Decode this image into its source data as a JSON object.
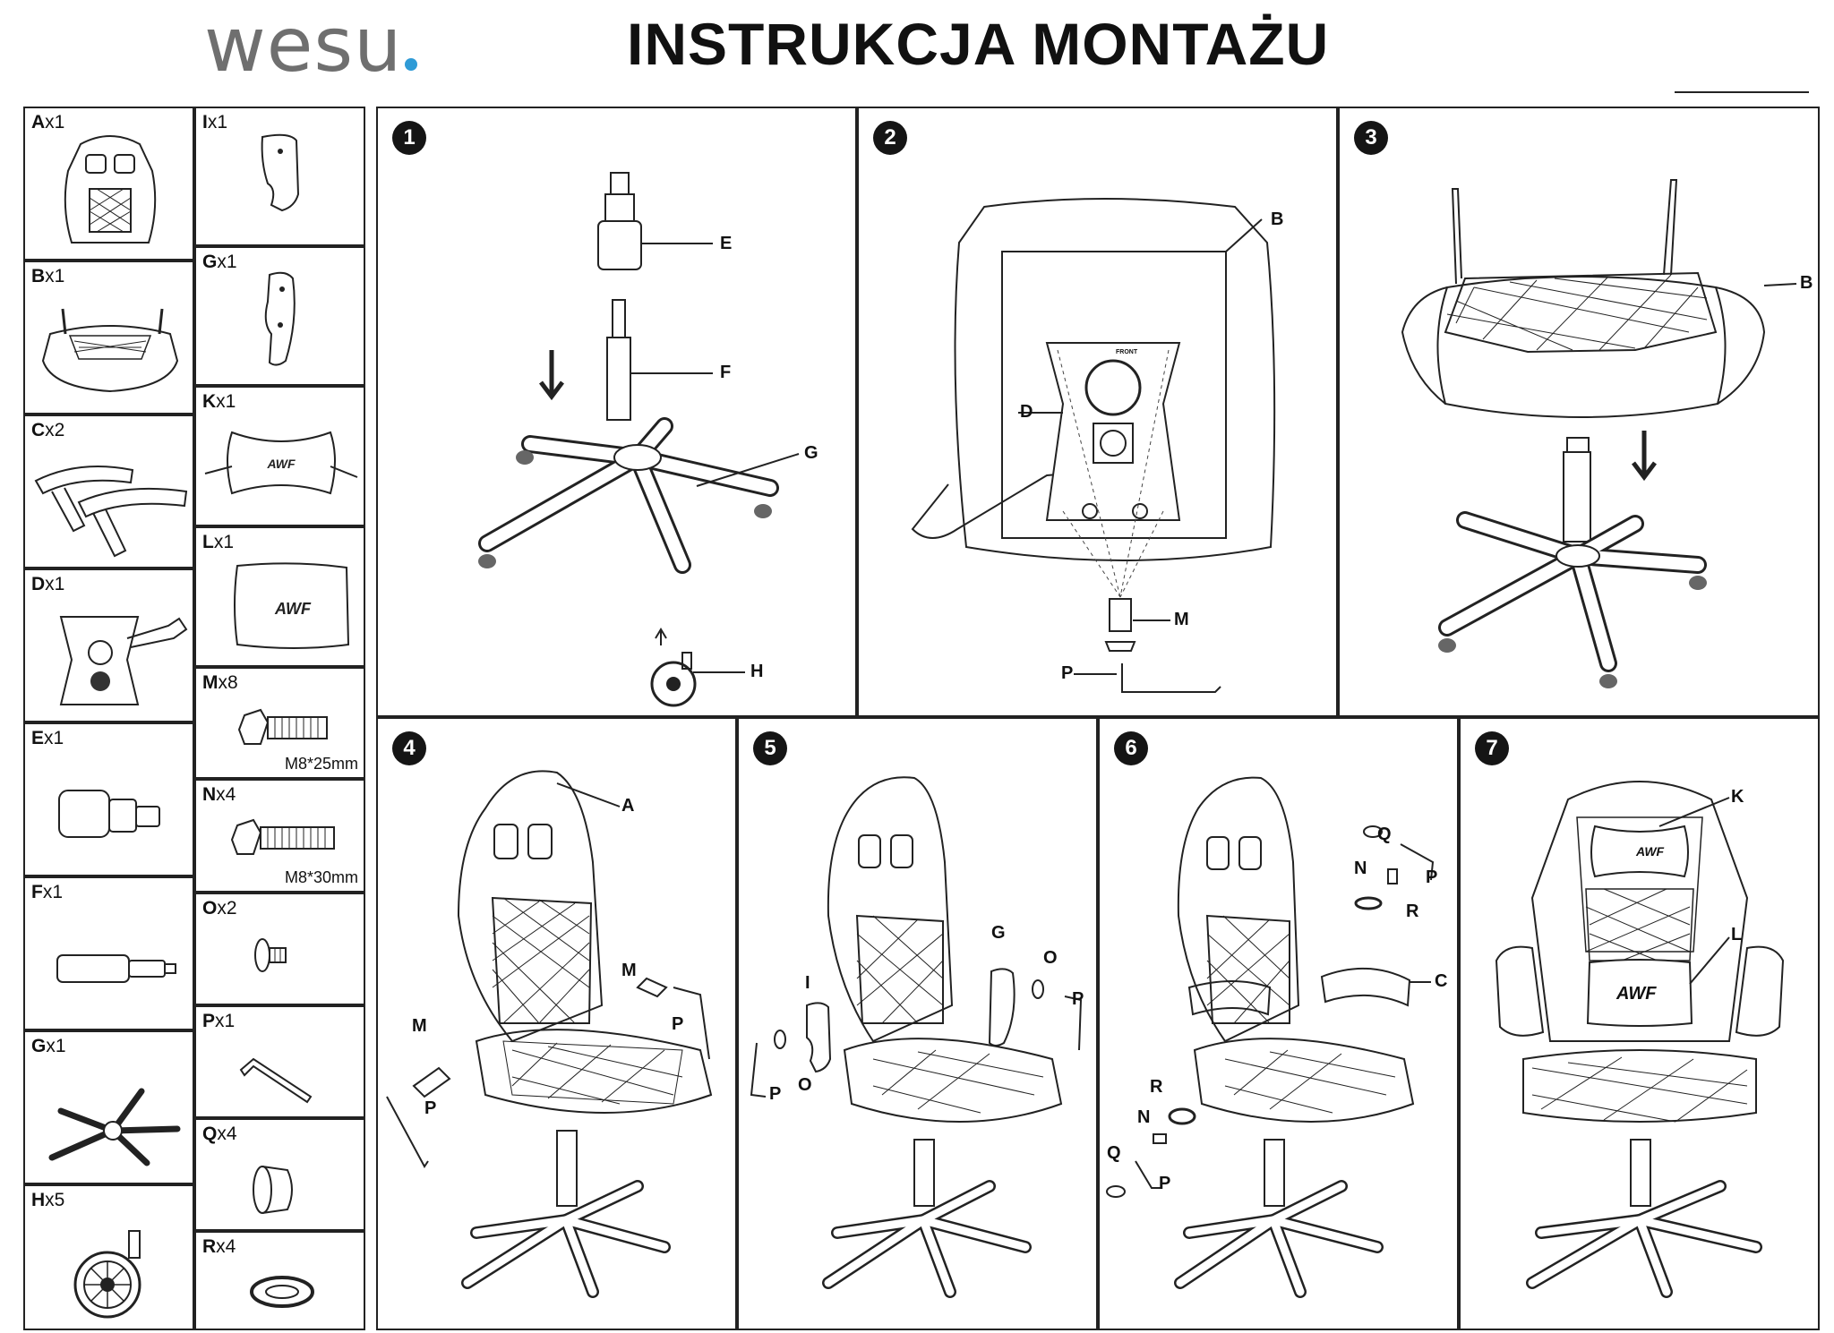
{
  "header": {
    "brand": "wesu",
    "title": "INSTRUKCJA MONTAŻU"
  },
  "parts": [
    {
      "letter": "A",
      "qty": "x1",
      "icon": "backrest-icon"
    },
    {
      "letter": "B",
      "qty": "x1",
      "icon": "seat-icon"
    },
    {
      "letter": "C",
      "qty": "x2",
      "icon": "armrest-icon"
    },
    {
      "letter": "D",
      "qty": "x1",
      "icon": "tilt-mechanism-icon"
    },
    {
      "letter": "E",
      "qty": "x1",
      "icon": "gas-lift-cover-icon"
    },
    {
      "letter": "F",
      "qty": "x1",
      "icon": "gas-lift-icon"
    },
    {
      "letter": "G",
      "qty": "x1",
      "icon": "base-icon"
    },
    {
      "letter": "H",
      "qty": "x5",
      "icon": "caster-icon"
    },
    {
      "letter": "I",
      "qty": "x1",
      "icon": "side-cover-left-icon"
    },
    {
      "letter": "G",
      "qty": "x1",
      "icon": "side-cover-right-icon"
    },
    {
      "letter": "K",
      "qty": "x1",
      "icon": "head-pillow-icon"
    },
    {
      "letter": "L",
      "qty": "x1",
      "icon": "lumbar-pillow-icon"
    },
    {
      "letter": "M",
      "qty": "x8",
      "icon": "bolt-icon",
      "size": "M8*25mm"
    },
    {
      "letter": "N",
      "qty": "x4",
      "icon": "bolt-icon",
      "size": "M8*30mm"
    },
    {
      "letter": "O",
      "qty": "x2",
      "icon": "screw-icon"
    },
    {
      "letter": "P",
      "qty": "x1",
      "icon": "allen-key-icon"
    },
    {
      "letter": "Q",
      "qty": "x4",
      "icon": "cap-icon"
    },
    {
      "letter": "R",
      "qty": "x4",
      "icon": "washer-icon"
    }
  ],
  "steps": [
    {
      "number": "1",
      "callouts": [
        "E",
        "F",
        "G",
        "H"
      ]
    },
    {
      "number": "2",
      "callouts": [
        "B",
        "D",
        "M",
        "P"
      ],
      "plate_label": "FRONT"
    },
    {
      "number": "3",
      "callouts": [
        "B"
      ]
    },
    {
      "number": "4",
      "callouts": [
        "A",
        "M",
        "P",
        "M",
        "P"
      ]
    },
    {
      "number": "5",
      "callouts": [
        "G",
        "O",
        "P",
        "I",
        "O",
        "P"
      ]
    },
    {
      "number": "6",
      "callouts": [
        "Q",
        "N",
        "P",
        "R",
        "C",
        "R",
        "N",
        "Q",
        "P"
      ]
    },
    {
      "number": "7",
      "callouts": [
        "K",
        "L"
      ]
    }
  ],
  "pillow_brand": "AWF"
}
